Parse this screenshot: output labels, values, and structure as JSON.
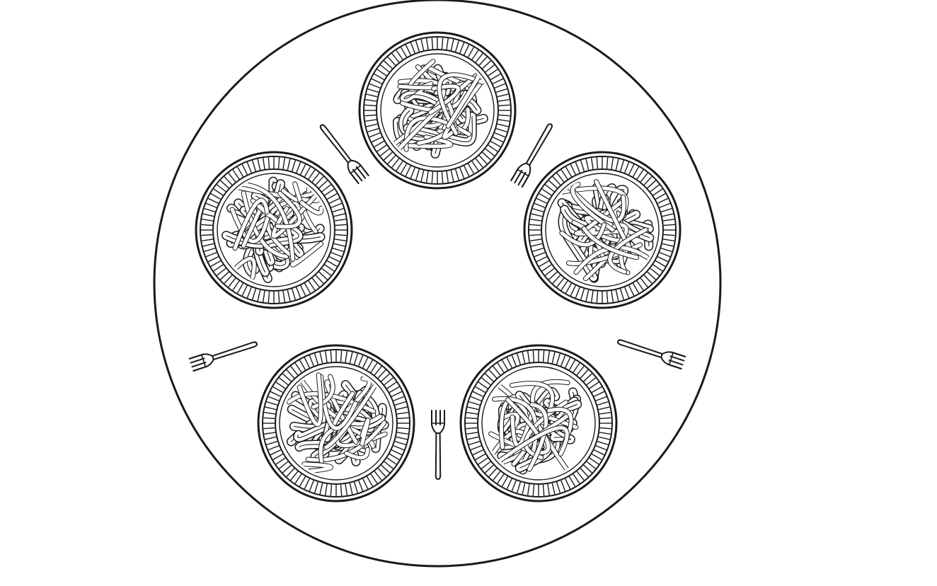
{
  "scene": {
    "description_visible_text": "",
    "table": {
      "shape": "round"
    },
    "plate_count": 5,
    "fork_count": 5,
    "plates": [
      {
        "id": "top",
        "content": "spaghetti"
      },
      {
        "id": "upper-right",
        "content": "spaghetti"
      },
      {
        "id": "lower-right",
        "content": "spaghetti"
      },
      {
        "id": "lower-left",
        "content": "spaghetti"
      },
      {
        "id": "upper-left",
        "content": "spaghetti"
      }
    ],
    "forks": [
      {
        "id": "top-right"
      },
      {
        "id": "right"
      },
      {
        "id": "bottom"
      },
      {
        "id": "left"
      },
      {
        "id": "top-left"
      }
    ],
    "colors": {
      "ink": "#1a1a1a",
      "paper": "#ffffff"
    }
  }
}
